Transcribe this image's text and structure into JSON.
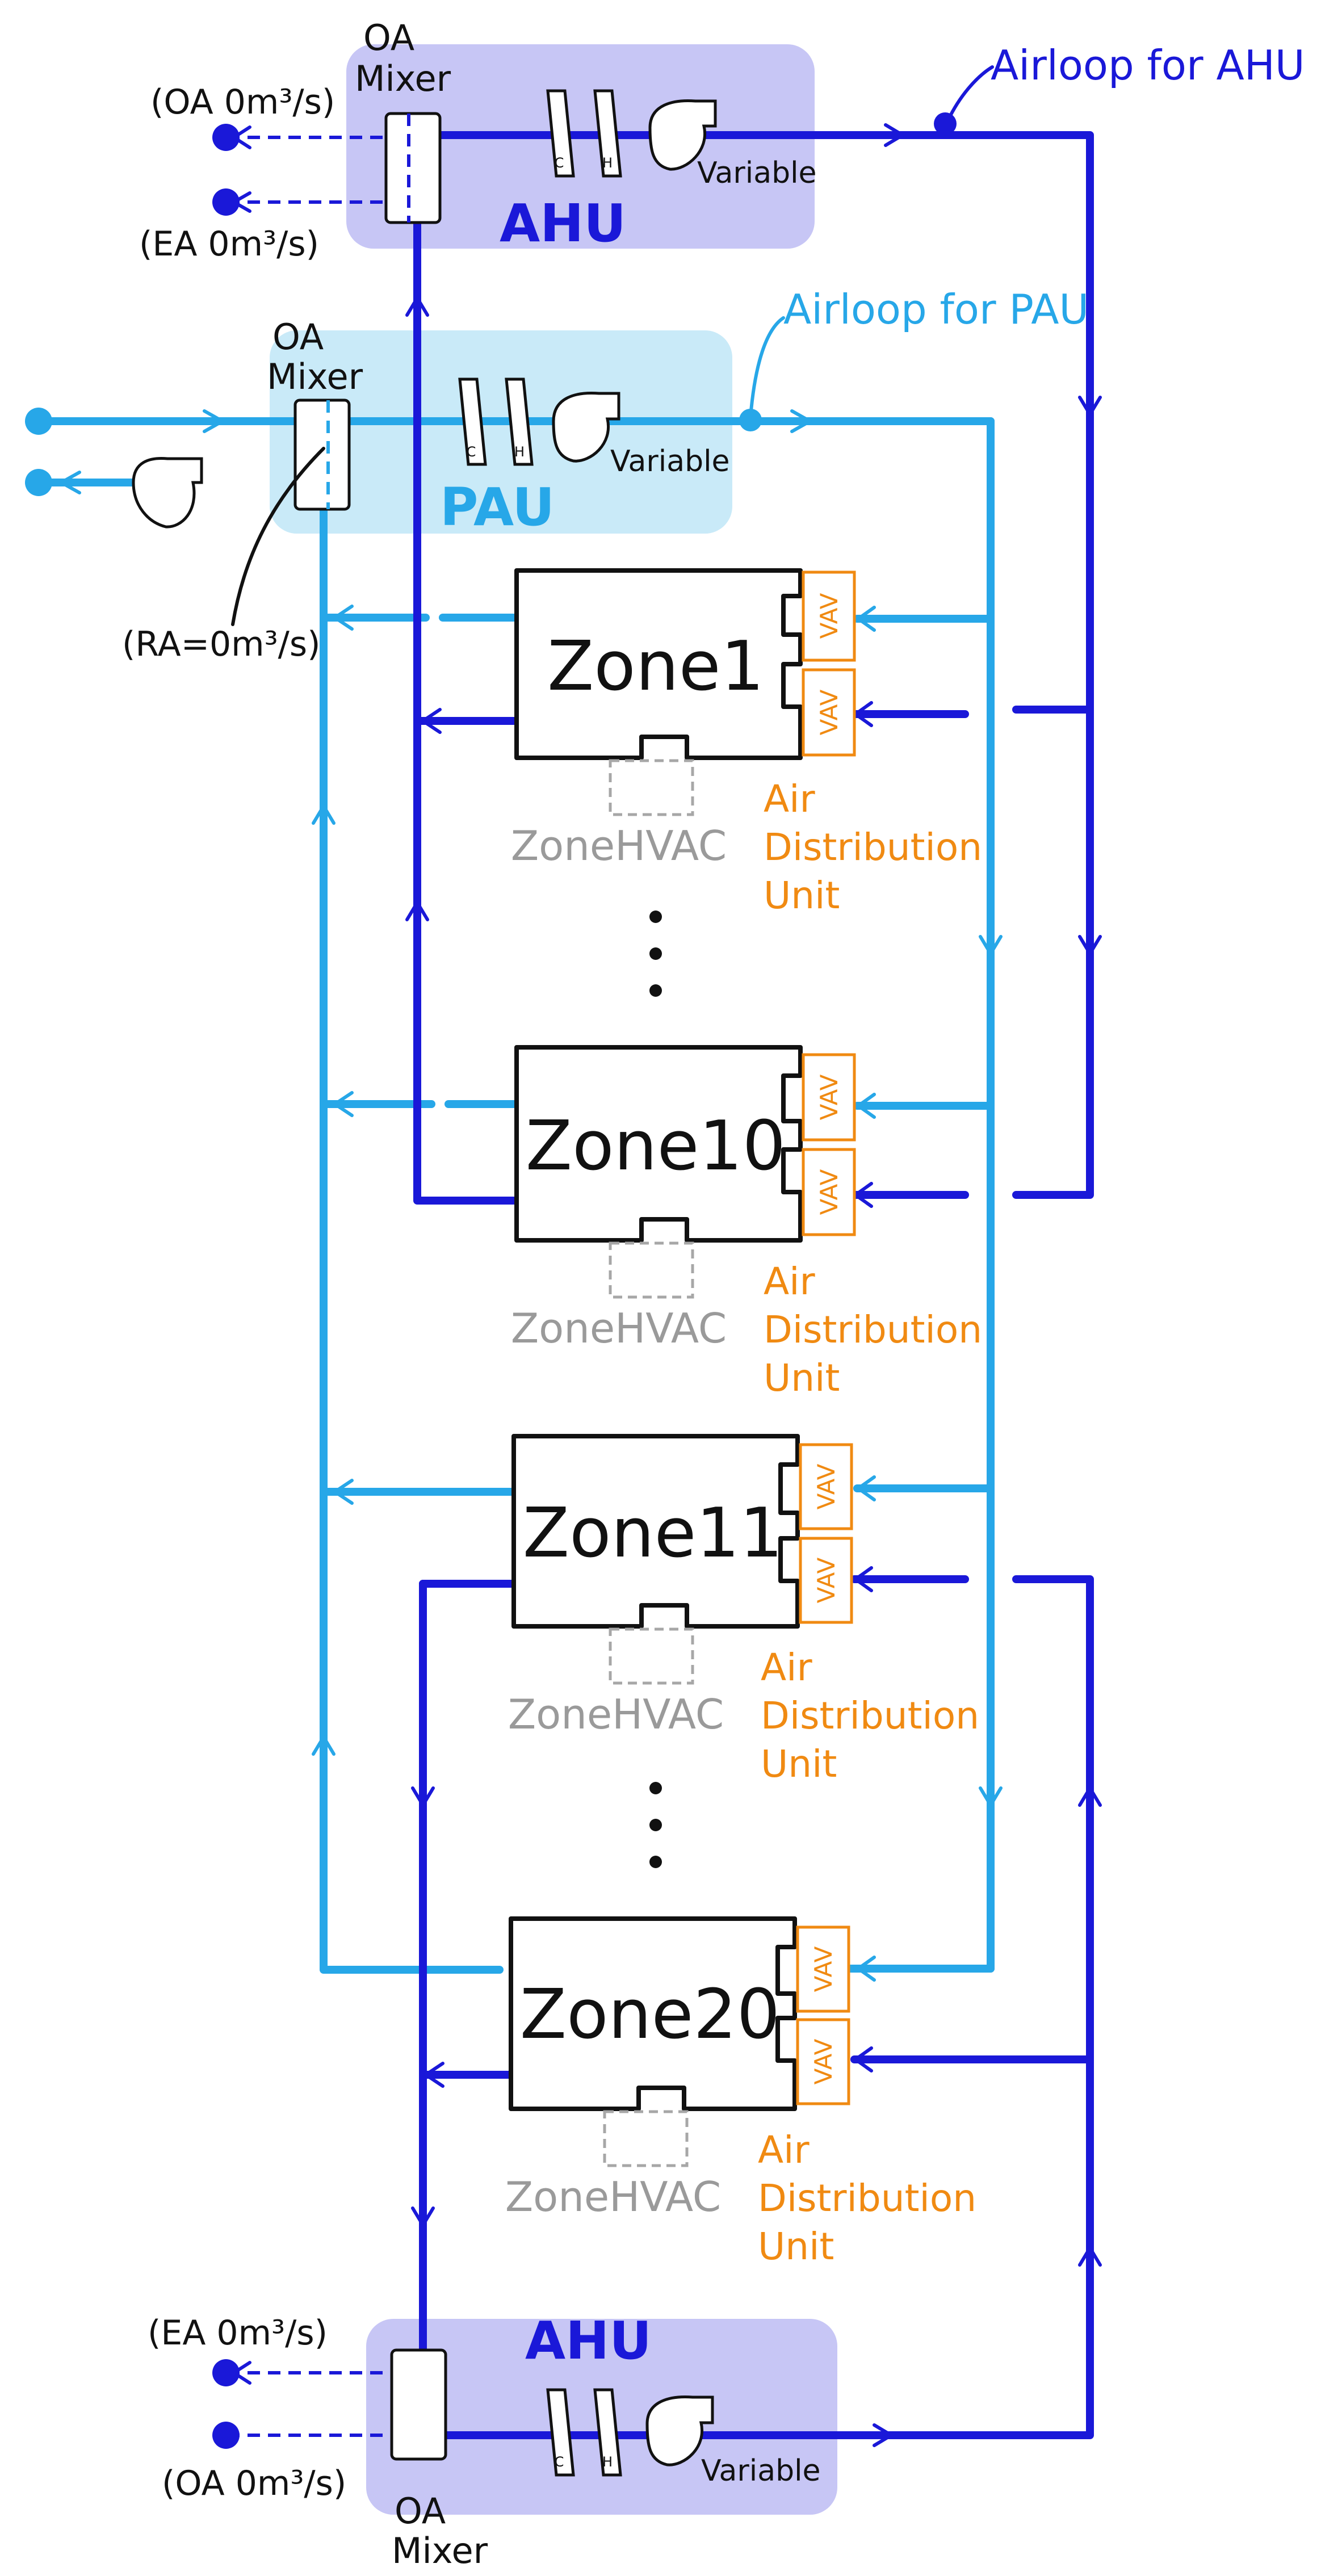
{
  "ahu_top": {
    "title": "AHU",
    "mixer_label_line1": "OA",
    "mixer_label_line2": "Mixer",
    "oa_flow": "(OA 0m³/s)",
    "ea_flow": "(EA 0m³/s)",
    "fan_label": "Variable",
    "coil_cooling": "C",
    "coil_heating": "H",
    "airloop_label": "Airloop for AHU"
  },
  "pau": {
    "title": "PAU",
    "mixer_label_line1": "OA",
    "mixer_label_line2": "Mixer",
    "ra_flow": "(RA=0m³/s)",
    "fan_label": "Variable",
    "coil_cooling": "C",
    "coil_heating": "H",
    "airloop_label": "Airloop for PAU"
  },
  "ahu_bottom": {
    "title": "AHU",
    "mixer_label_line1": "OA",
    "mixer_label_line2": "Mixer",
    "oa_flow": "(OA 0m³/s)",
    "ea_flow": "(EA 0m³/s)",
    "fan_label": "Variable",
    "coil_cooling": "C",
    "coil_heating": "H"
  },
  "zones": [
    {
      "name": "Zone1",
      "zonehvac": "ZoneHVAC",
      "adu_line1": "Air",
      "adu_line2": "Distribution",
      "adu_line3": "Unit",
      "vav1": "VAV",
      "vav2": "VAV"
    },
    {
      "name": "Zone10",
      "zonehvac": "ZoneHVAC",
      "adu_line1": "Air",
      "adu_line2": "Distribution",
      "adu_line3": "Unit",
      "vav1": "VAV",
      "vav2": "VAV"
    },
    {
      "name": "Zone11",
      "zonehvac": "ZoneHVAC",
      "adu_line1": "Air",
      "adu_line2": "Distribution",
      "adu_line3": "Unit",
      "vav1": "VAV",
      "vav2": "VAV"
    },
    {
      "name": "Zone20",
      "zonehvac": "ZoneHVAC",
      "adu_line1": "Air",
      "adu_line2": "Distribution",
      "adu_line3": "Unit",
      "vav1": "VAV",
      "vav2": "VAV"
    }
  ],
  "colors": {
    "ahu_line": "#1a18d8",
    "pau_line": "#27a7e8",
    "adu": "#f08a12",
    "zonehvac": "#9a9a9a"
  }
}
